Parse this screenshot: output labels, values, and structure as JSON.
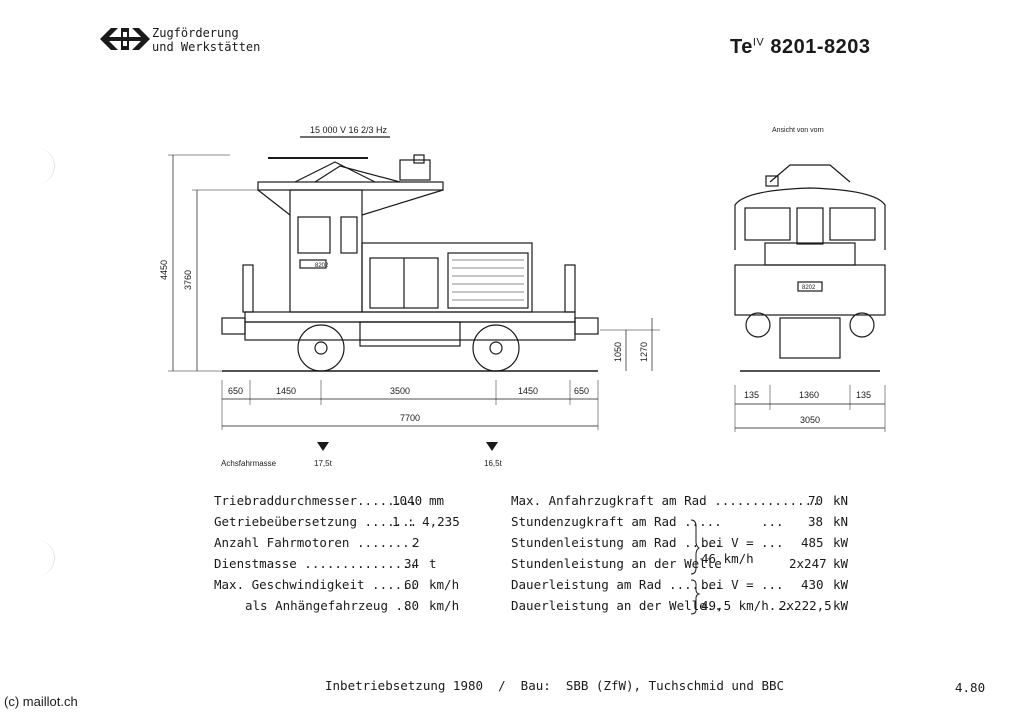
{
  "header": {
    "org_line1": "Zugförderung",
    "org_line2": "und Werkstätten",
    "model_prefix": "Te",
    "model_sup": "IV",
    "model_numbers": "8201-8203"
  },
  "drawing": {
    "power_supply": "15 000 V  16 2/3 Hz",
    "front_view_label": "Ansicht von vorn",
    "loco_number": "8202",
    "side_dims": {
      "height_total": "4450",
      "height_cab": "3760",
      "height_1050": "1050",
      "height_1270": "1270",
      "seg1": "650",
      "seg2": "1450",
      "seg3": "3500",
      "seg4": "1450",
      "seg5": "650",
      "length_total": "7700"
    },
    "front_dims": {
      "seg1": "135",
      "seg2": "1360",
      "seg3": "135",
      "width_total": "3050"
    },
    "axle_label": "Achsfahrmasse",
    "axle1_mass": "17,5t",
    "axle2_mass": "16,5t"
  },
  "specs_left": [
    {
      "label": "Triebraddurchmesser........",
      "value": "1040",
      "unit": "mm"
    },
    {
      "label": "Getriebeübersetzung .......",
      "value": "1 : 4,235",
      "unit": ""
    },
    {
      "label": "Anzahl Fahrmotoren ........",
      "value": "2",
      "unit": ""
    },
    {
      "label": "Dienstmasse ...............",
      "value": "34",
      "unit": "t"
    },
    {
      "label": "Max. Geschwindigkeit ......",
      "value": "60",
      "unit": "km/h"
    },
    {
      "label": "als Anhängefahrzeug ..",
      "value": "80",
      "unit": "km/h"
    }
  ],
  "specs_right": [
    {
      "label": "Max. Anfahrzugkraft am Rad ..............",
      "value": "70",
      "unit": "kN"
    },
    {
      "label": "Stundenzugkraft am Rad .....",
      "value": "38",
      "unit": "kN"
    },
    {
      "label": "Stundenleistung am Rad .....",
      "value": "485",
      "unit": "kW"
    },
    {
      "label": "Stundenleistung an der Welle",
      "value": "2x247",
      "unit": "kW"
    },
    {
      "label": "Dauerleistung am Rad .......",
      "value": "430",
      "unit": "kW"
    },
    {
      "label": "Dauerleistung an der Welle..",
      "value": "2x222,5",
      "unit": "kW"
    }
  ],
  "speed_notes": {
    "hour_bei": "bei V =",
    "hour_speed": "46 km/h",
    "cont_bei": "bei V =",
    "cont_speed": "49,5 km/h...",
    "dots": "..."
  },
  "footer": {
    "commissioning": "Inbetriebsetzung 1980  /  Bau:  SBB (ZfW), Tuchschmid und BBC",
    "date_code": "4.80",
    "copyright": "(c) maillot.ch"
  }
}
